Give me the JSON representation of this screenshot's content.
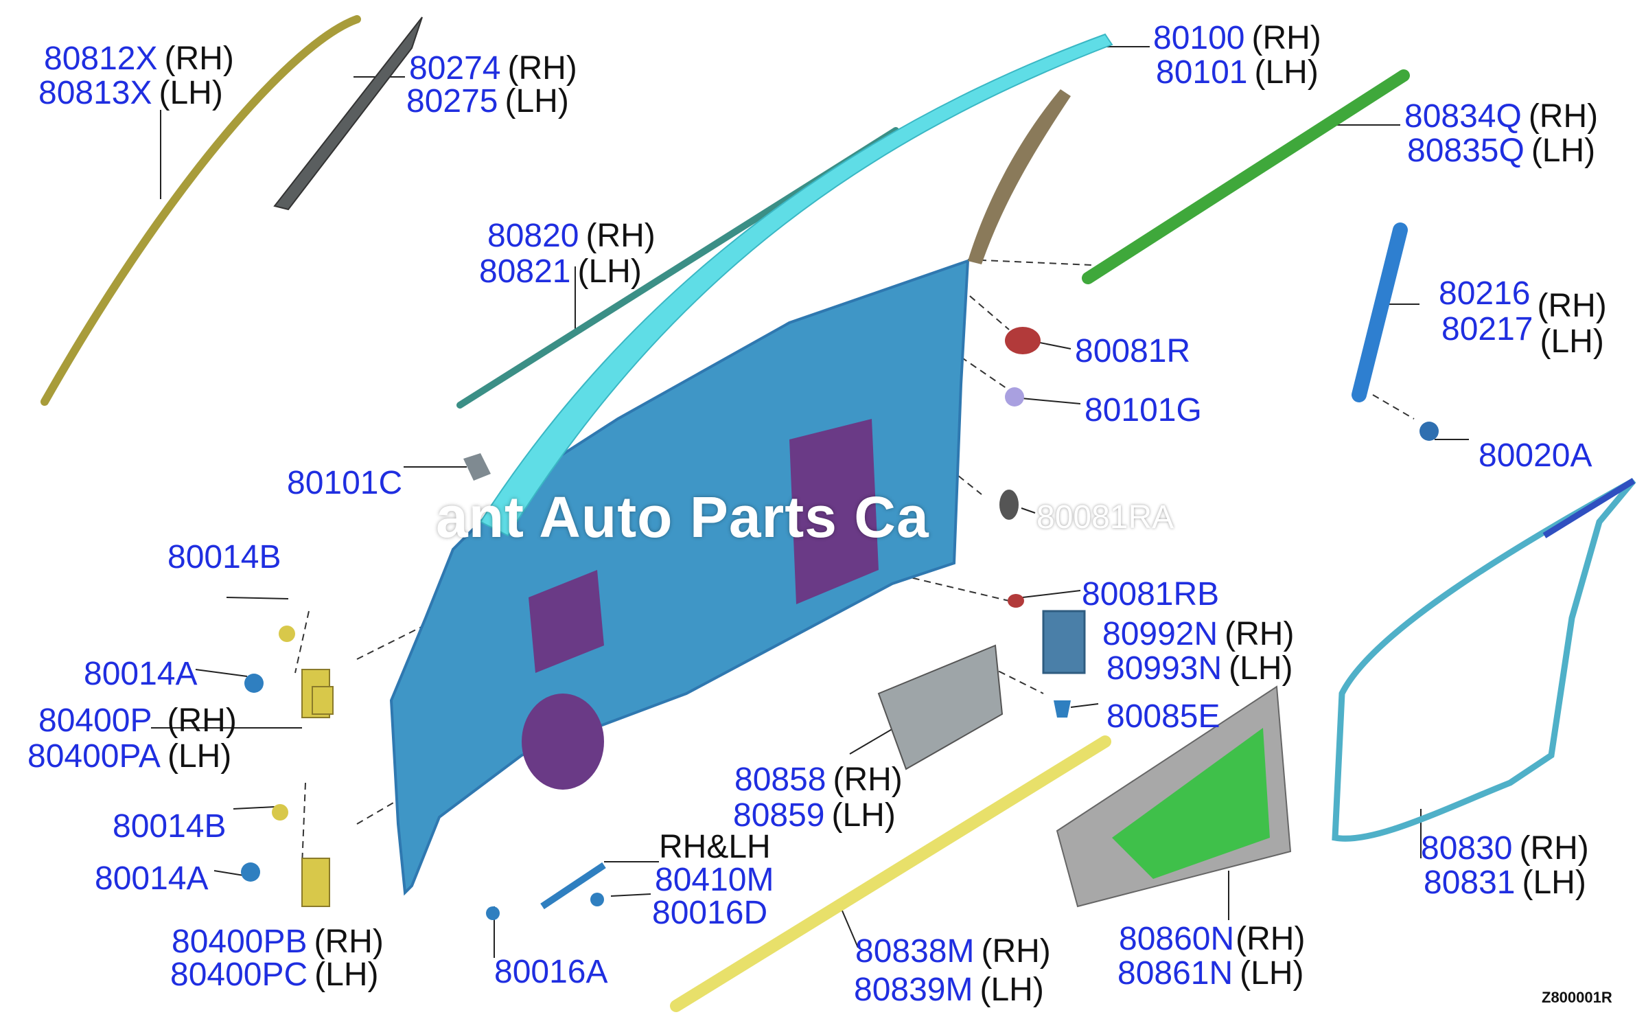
{
  "watermark": "ant Auto Parts Ca",
  "diagram_code": "Z800001R",
  "labels": {
    "l80812": {
      "part": "80812X",
      "side": "(RH)"
    },
    "l80813": {
      "part": "80813X",
      "side": "(LH)"
    },
    "l80274": {
      "part": "80274",
      "side": "(RH)"
    },
    "l80275": {
      "part": "80275",
      "side": "(LH)"
    },
    "l80100": {
      "part": "80100",
      "side": "(RH)"
    },
    "l80101": {
      "part": "80101",
      "side": "(LH)"
    },
    "l80834": {
      "part": "80834Q",
      "side": "(RH)"
    },
    "l80835": {
      "part": "80835Q",
      "side": "(LH)"
    },
    "l80820": {
      "part": "80820",
      "side": "(RH)"
    },
    "l80821": {
      "part": "80821",
      "side": "(LH)"
    },
    "l80216": {
      "part": "80216",
      "side": "(RH)"
    },
    "l80217": {
      "part": "80217",
      "side": "(LH)"
    },
    "l80081R": {
      "part": "80081R"
    },
    "l80101G": {
      "part": "80101G"
    },
    "l80020A": {
      "part": "80020A"
    },
    "l80101C": {
      "part": "80101C"
    },
    "l80081RA": {
      "part": "80081RA"
    },
    "l80014B_1": {
      "part": "80014B"
    },
    "l80081RB": {
      "part": "80081RB"
    },
    "l80992": {
      "part": "80992N",
      "side": "(RH)"
    },
    "l80993": {
      "part": "80993N",
      "side": "(LH)"
    },
    "l80014A_1": {
      "part": "80014A"
    },
    "l80400P": {
      "part": "80400P",
      "side": "(RH)"
    },
    "l80400PA": {
      "part": "80400PA",
      "side": "(LH)"
    },
    "l80085E": {
      "part": "80085E"
    },
    "l80858": {
      "part": "80858",
      "side": "(RH)"
    },
    "l80859": {
      "part": "80859",
      "side": "(LH)"
    },
    "l80014B_2": {
      "part": "80014B"
    },
    "rhlh": {
      "text": "RH&LH"
    },
    "l80410M": {
      "part": "80410M"
    },
    "l80014A_2": {
      "part": "80014A"
    },
    "l80016D": {
      "part": "80016D"
    },
    "l80830": {
      "part": "80830",
      "side": "(RH)"
    },
    "l80831": {
      "part": "80831",
      "side": "(LH)"
    },
    "l80400PB": {
      "part": "80400PB",
      "side": "(RH)"
    },
    "l80400PC": {
      "part": "80400PC",
      "side": "(LH)"
    },
    "l80860": {
      "part": "80860N",
      "side": "(RH)"
    },
    "l80861": {
      "part": "80861N",
      "side": "(LH)"
    },
    "l80838": {
      "part": "80838M",
      "side": "(RH)"
    },
    "l80839": {
      "part": "80839M",
      "side": "(LH)"
    },
    "l80016A": {
      "part": "80016A"
    }
  },
  "colors": {
    "part_number": "#1f2ee0",
    "side_text": "#111111",
    "door_panel": "#3f96c6",
    "door_edge": "#2f78b0",
    "door_openings": "#6a3a86",
    "frame_cyan": "#5fdde6",
    "molding_olive": "#a89c3a",
    "green_pad": "#3fc04a",
    "weatherstrip": "#4fb0c8",
    "plug_red": "#b23a3a"
  }
}
